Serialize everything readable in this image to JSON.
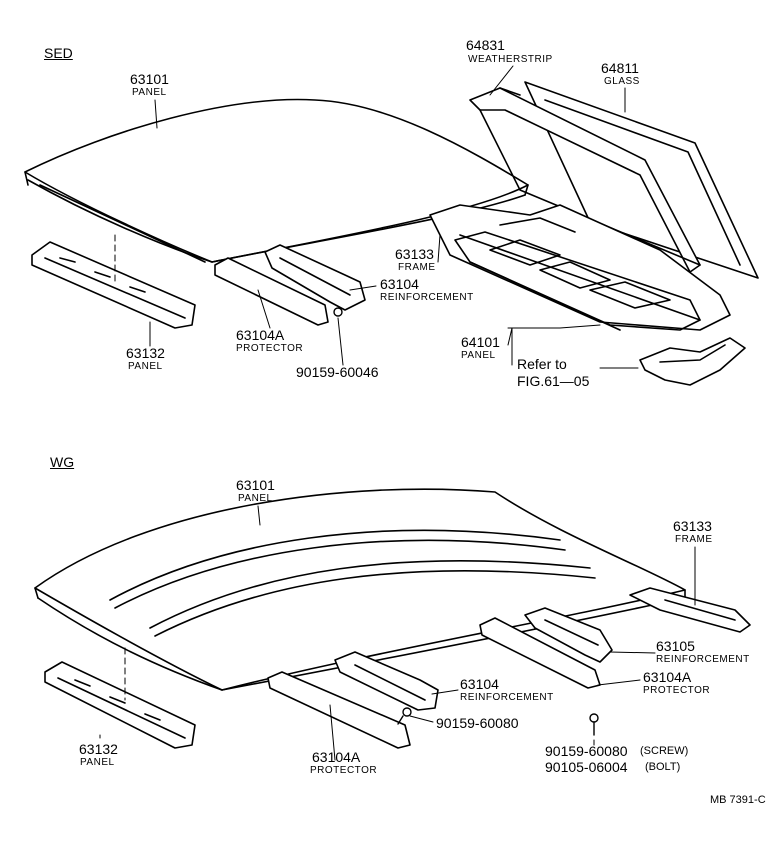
{
  "sections": {
    "sed": "SED",
    "wg": "WG"
  },
  "sed_parts": {
    "p63101": {
      "num": "63101",
      "name": "PANEL"
    },
    "p64831": {
      "num": "64831",
      "name": "WEATHERSTRIP"
    },
    "p64811": {
      "num": "64811",
      "name": "GLASS"
    },
    "p63133": {
      "num": "63133",
      "name": "FRAME"
    },
    "p63104": {
      "num": "63104",
      "name": "REINFORCEMENT"
    },
    "p63104A": {
      "num": "63104A",
      "name": "PROTECTOR"
    },
    "p63132": {
      "num": "63132",
      "name": "PANEL"
    },
    "bolt": {
      "num": "90159-60046"
    },
    "p64101": {
      "num": "64101",
      "name": "PANEL"
    },
    "refer": {
      "line1": "Refer to",
      "line2": "FIG.61—05"
    }
  },
  "wg_parts": {
    "p63101": {
      "num": "63101",
      "name": "PANEL"
    },
    "p63133": {
      "num": "63133",
      "name": "FRAME"
    },
    "p63105": {
      "num": "63105",
      "name": "REINFORCEMENT"
    },
    "p63104A_r": {
      "num": "63104A",
      "name": "PROTECTOR"
    },
    "p63104": {
      "num": "63104",
      "name": "REINFORCEMENT"
    },
    "screw1": {
      "num": "90159-60080"
    },
    "screw2": {
      "num": "90159-60080",
      "note": "(SCREW)"
    },
    "bolt2": {
      "num": "90105-06004",
      "note": "(BOLT)"
    },
    "p63132": {
      "num": "63132",
      "name": "PANEL"
    },
    "p63104A_l": {
      "num": "63104A",
      "name": "PROTECTOR"
    }
  },
  "footer": {
    "code": "MB 7391-C"
  },
  "colors": {
    "ink": "#000000",
    "paper": "#ffffff"
  }
}
